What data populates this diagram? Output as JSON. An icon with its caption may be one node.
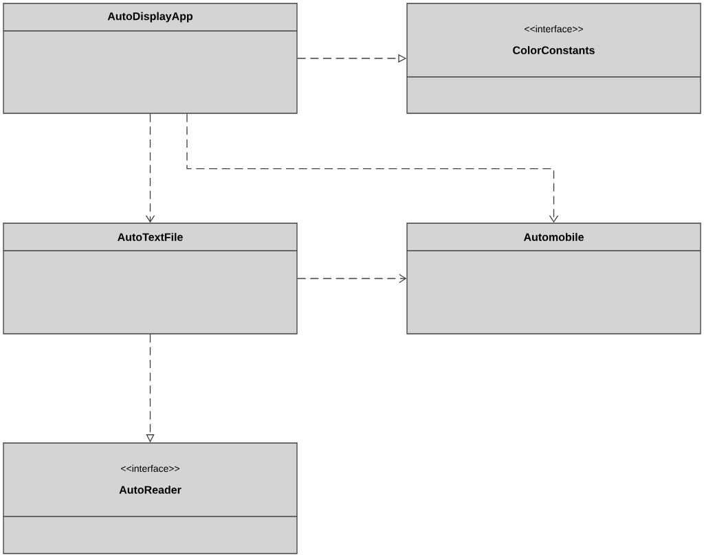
{
  "diagram": {
    "nodes": [
      {
        "text": [
          "AutoDisplayApp"
        ]
      },
      {
        "text": [
          "<<interface>>",
          "ColorConstants"
        ]
      },
      {
        "text": [
          "AutoTextFile"
        ]
      },
      {
        "text": [
          "Automobile"
        ]
      },
      {
        "text": [
          "<<interface>>",
          "AutoReader"
        ]
      }
    ],
    "edges": [
      {
        "from": 0,
        "to": 1,
        "arrow": "to",
        "style": "dashed"
      },
      {
        "from": 0,
        "to": 2,
        "arrow": "to",
        "style": "dashed"
      },
      {
        "from": 0,
        "to": 3,
        "arrow": "to",
        "style": "dashed"
      },
      {
        "from": 2,
        "to": 3,
        "arrow": "to",
        "style": "dashed"
      },
      {
        "from": 2,
        "to": 4,
        "arrow": "to",
        "style": "dashed"
      }
    ]
  }
}
